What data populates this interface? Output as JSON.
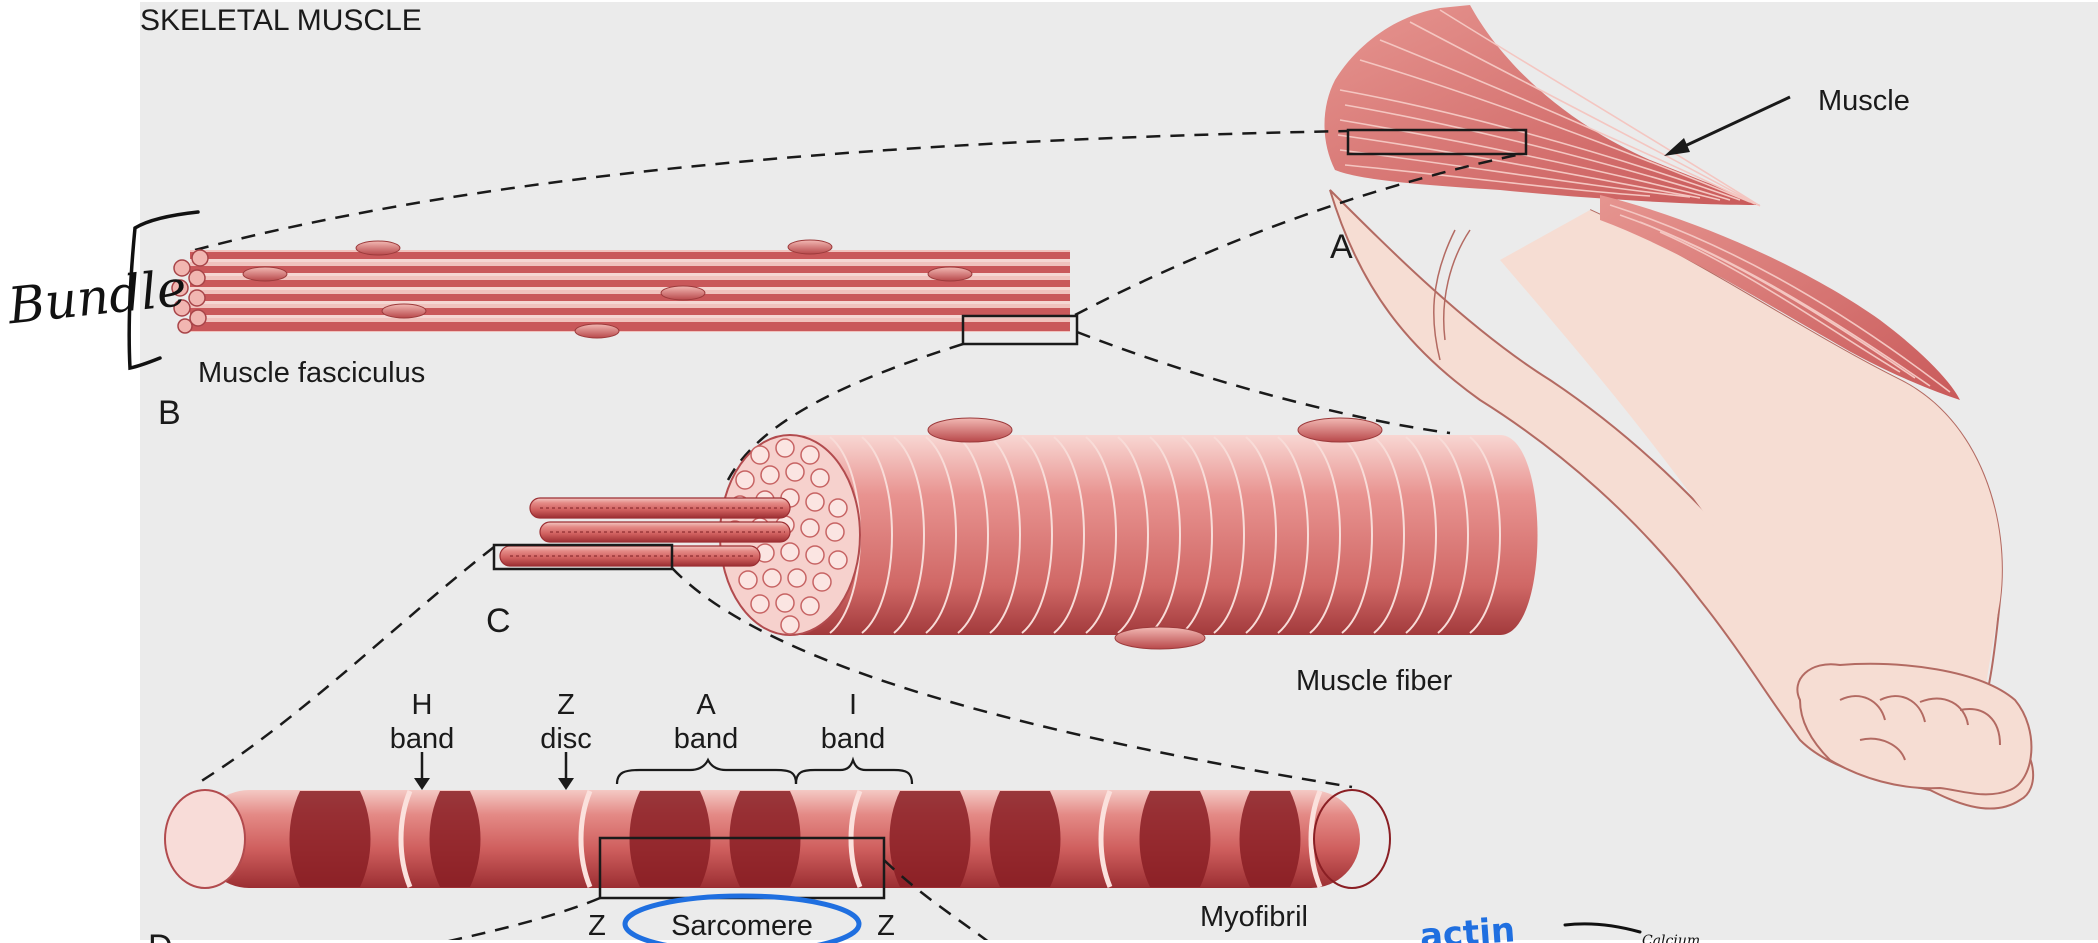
{
  "diagram": {
    "title": "SKELETAL MUSCLE",
    "panels": {
      "a": {
        "letter": "A",
        "label": "Muscle"
      },
      "b": {
        "letter": "B",
        "label": "Muscle fasciculus"
      },
      "c": {
        "letter": "C",
        "label": "Muscle fiber"
      },
      "d": {
        "letter": "D",
        "label": "Myofibril"
      }
    },
    "bands": {
      "h_line1": "H",
      "h_line2": "band",
      "z_line1": "Z",
      "z_line2": "disc",
      "a_line1": "A",
      "a_line2": "band",
      "i_line1": "I",
      "i_line2": "band"
    },
    "sarcomere": {
      "left_z": "Z",
      "label": "Sarcomere",
      "right_z": "Z"
    }
  },
  "annotations": {
    "handwritten_bundle": "Bundle",
    "blue_scribble": "actin",
    "small_scribble": "Calcium"
  },
  "colors": {
    "background": "#ebebeb",
    "muscle_red": "#d9706f",
    "muscle_dark": "#8a1f24",
    "muscle_light": "#f3c7c3",
    "skin": "#f6ddd3",
    "annotation_blue": "#1f6fe0"
  }
}
